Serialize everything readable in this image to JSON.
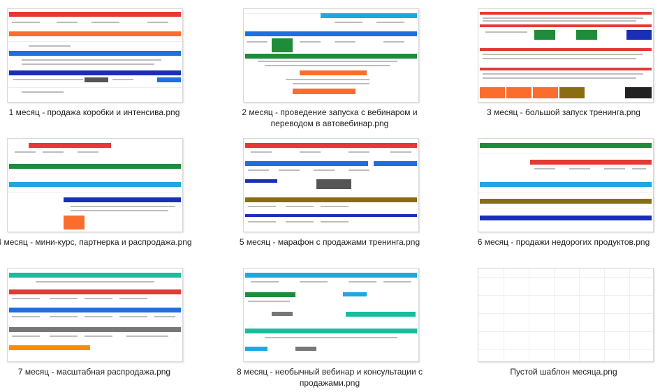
{
  "files": [
    {
      "name": "1 месяц - продажа коробки и интенсива.png"
    },
    {
      "name": "2 месяц - проведение запуска с вебинаром и переводом в автовебинар.png"
    },
    {
      "name": "3 месяц - большой запуск тренинга.png"
    },
    {
      "name": "4 месяц - мини-курс, партнерка и распродажа.png"
    },
    {
      "name": "5 месяц - марафон с продажами тренинга.png"
    },
    {
      "name": "6 месяц - продажи недорогих продуктов.png"
    },
    {
      "name": "7 месяц - масштабная распродажа.png"
    },
    {
      "name": "8 месяц - необычный вебинар и консультации с продажами.png"
    },
    {
      "name": "Пустой шаблон месяца.png"
    }
  ],
  "colors": {
    "red": "#e53935",
    "orange": "#fb6d2c",
    "blue": "#1e6fe0",
    "navy": "#1a2fb8",
    "green": "#1e8c3a",
    "teal": "#1abc9c",
    "cyan": "#1ea7e1",
    "olive": "#8a6d12",
    "gray": "#777777"
  }
}
